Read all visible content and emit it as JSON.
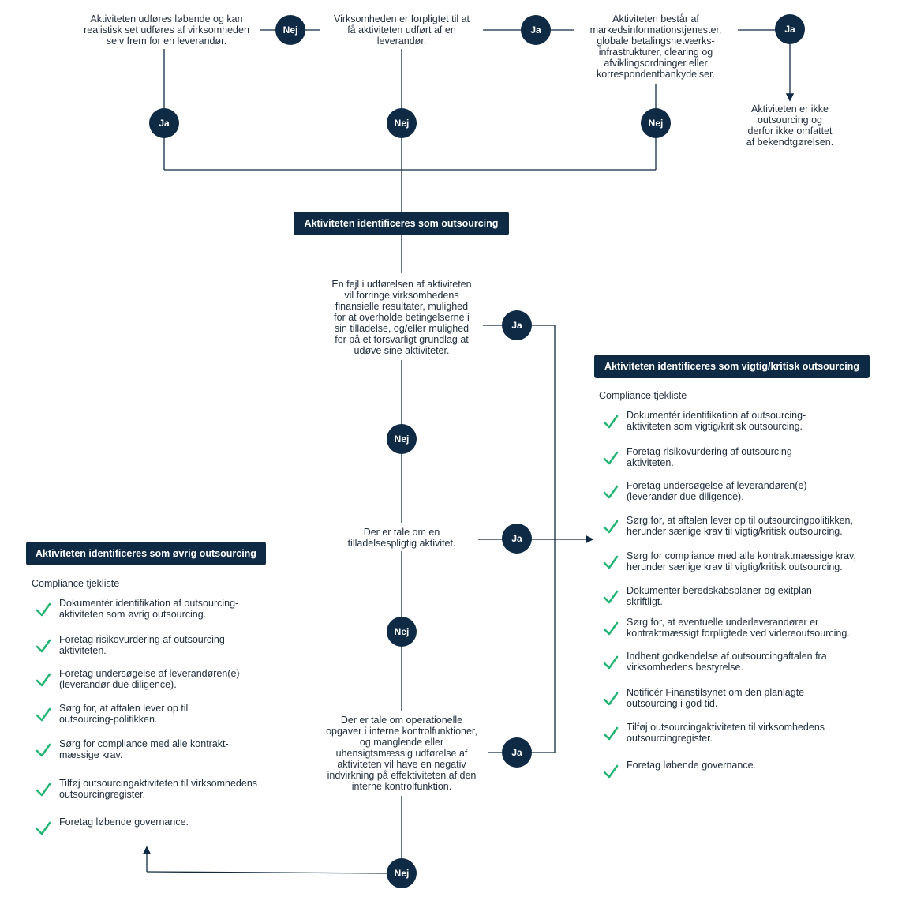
{
  "colors": {
    "navy": "#0f2a44",
    "check_green": "#22b573",
    "text": "#1f2d3d"
  },
  "decisions": {
    "q1": "Aktiviteten udføres løbende og kan\nrealistisk set udføres af virksomheden\nselv frem for en leverandør.",
    "q2": "Virksomheden er forpligtet til at\nfå aktiviteten udført af en\nleverandør.",
    "q3": "Aktiviteten består af\nmarkedsinformationstjenester,\nglobale betalingsnetværks-\ninfrastrukturer, clearing og\nafviklingsordninger eller\nkorrespondentbankydelser.",
    "not_covered": "Aktiviteten er ikke\noutsourcing og\nderfor ikke omfattet\naf bekendtgørelsen.",
    "q4": "En fejl i udførelsen af aktiviteten\nvil forringe virksomhedens\nfinansielle resultater, mulighed\nfor at overholde betingelserne i\nsin tilladelse, og/eller mulighed\nfor på et forsvarligt grundlag at\nudøve sine aktiviteter.",
    "q5": "Der er tale om en\ntilladelsespligtig aktivitet.",
    "q6": "Der er tale om operationelle\nopgaver i interne kontrolfunktioner,\nog manglende eller\nuhensigtsmæssig udførelse af\naktiviteten vil have en negativ\nindvirkning på effektiviteten af den\ninterne kontrolfunktion."
  },
  "answers": {
    "ja": "Ja",
    "nej": "Nej"
  },
  "outsourcing_box": "Aktiviteten identificeres som outsourcing",
  "critical": {
    "title": "Aktiviteten identificeres som vigtig/kritisk outsourcing",
    "subtitle": "Compliance tjekliste",
    "items": [
      "Dokumentér identifikation af outsourcing-\naktiviteten som vigtig/kritisk outsourcing.",
      "Foretag risikovurdering af outsourcing-\naktiviteten.",
      "Foretag undersøgelse af leverandøren(e)\n(leverandør due diligence).",
      "Sørg for, at aftalen lever op til outsourcingpolitikken,\nherunder særlige krav til vigtig/kritisk outsourcing.",
      "Sørg for compliance med alle kontraktmæssige krav,\nherunder særlige krav til vigtig/kritisk outsourcing.",
      "Dokumentér beredskabsplaner og exitplan\nskriftligt.",
      "Sørg for, at eventuelle underleverandører er\nkontraktmæssigt forpligtede ved videreoutsourcing.",
      "Indhent godkendelse af outsourcingaftalen fra\nvirksomhedens bestyrelse.",
      "Notificér Finanstilsynet om den planlagte\noutsourcing i god tid.",
      "Tilføj outsourcingaktiviteten til virksomhedens\noutsourcingregister.",
      "Foretag løbende governance."
    ]
  },
  "other": {
    "title": "Aktiviteten identificeres som øvrig outsourcing",
    "subtitle": "Compliance tjekliste",
    "items": [
      "Dokumentér identifikation af outsourcing-\naktiviteten  som øvrig outsourcing.",
      "Foretag risikovurdering af outsourcing-\naktiviteten.",
      "Foretag undersøgelse af leverandøren(e)\n(leverandør due diligence).",
      "Sørg for, at aftalen lever op til\noutsourcing-politikken.",
      "Sørg for compliance med alle kontrakt-\nmæssige krav.",
      "Tilføj outsourcingaktiviteten til virksomhedens\noutsourcingregister.",
      "Foretag løbende governance."
    ]
  }
}
